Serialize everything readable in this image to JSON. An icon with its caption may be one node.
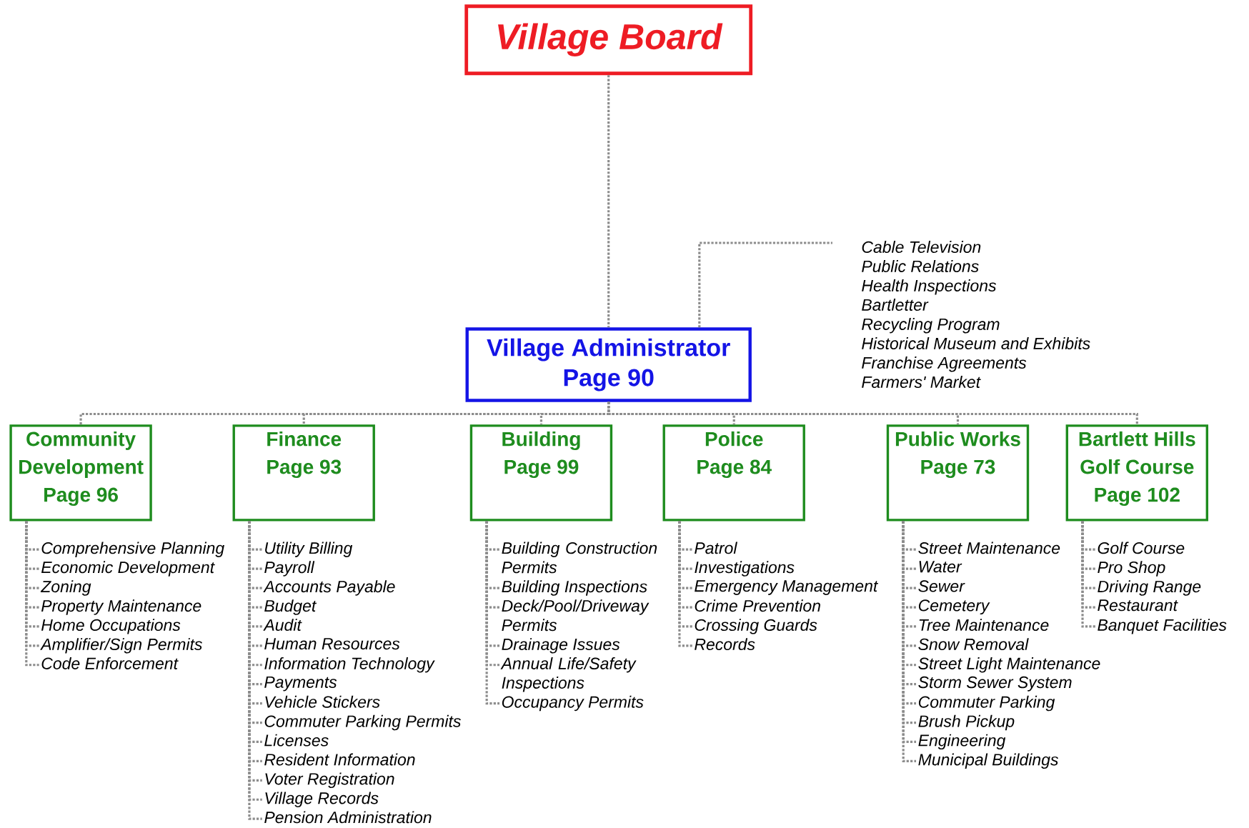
{
  "diagram": {
    "nodes": [
      {
        "text": [
          "Village Board"
        ]
      },
      {
        "text": [
          "Village Administrator",
          "Page 90"
        ]
      },
      {
        "text": [
          "Cable Television",
          "Public Relations",
          "Health Inspections",
          "Bartletter",
          "Recycling Program",
          "Historical Museum and Exhibits",
          "Franchise Agreements",
          "Farmers' Market"
        ]
      },
      {
        "text": [
          "Community Development",
          "Page 96"
        ]
      },
      {
        "text": [
          "Finance",
          "Page 93"
        ]
      },
      {
        "text": [
          "Building",
          "Page 99"
        ]
      },
      {
        "text": [
          "Police",
          "Page 84"
        ]
      },
      {
        "text": [
          "Public Works",
          "Page 73"
        ]
      },
      {
        "text": [
          "Bartlett Hills Golf Course",
          "Page 102"
        ]
      },
      {
        "text": [
          "Comprehensive Planning"
        ]
      },
      {
        "text": [
          "Economic Development"
        ]
      },
      {
        "text": [
          "Zoning"
        ]
      },
      {
        "text": [
          "Property Maintenance"
        ]
      },
      {
        "text": [
          "Home Occupations"
        ]
      },
      {
        "text": [
          "Amplifier/Sign Permits"
        ]
      },
      {
        "text": [
          "Code Enforcement"
        ]
      },
      {
        "text": [
          "Utility Billing"
        ]
      },
      {
        "text": [
          "Payroll"
        ]
      },
      {
        "text": [
          "Accounts Payable"
        ]
      },
      {
        "text": [
          "Budget"
        ]
      },
      {
        "text": [
          "Audit"
        ]
      },
      {
        "text": [
          "Human Resources"
        ]
      },
      {
        "text": [
          "Information Technology"
        ]
      },
      {
        "text": [
          "Payments"
        ]
      },
      {
        "text": [
          "Vehicle Stickers"
        ]
      },
      {
        "text": [
          "Commuter Parking Permits"
        ]
      },
      {
        "text": [
          "Licenses"
        ]
      },
      {
        "text": [
          "Resident Information"
        ]
      },
      {
        "text": [
          "Voter Registration"
        ]
      },
      {
        "text": [
          "Village Records"
        ]
      },
      {
        "text": [
          "Pension Administration"
        ]
      },
      {
        "text": [
          "Building Construction Permits"
        ]
      },
      {
        "text": [
          "Building Inspections"
        ]
      },
      {
        "text": [
          "Deck/Pool/Driveway Permits"
        ]
      },
      {
        "text": [
          "Drainage Issues"
        ]
      },
      {
        "text": [
          "Annual Life/Safety Inspections"
        ]
      },
      {
        "text": [
          "Occupancy Permits"
        ]
      },
      {
        "text": [
          "Patrol"
        ]
      },
      {
        "text": [
          "Investigations"
        ]
      },
      {
        "text": [
          "Emergency Management"
        ]
      },
      {
        "text": [
          "Crime Prevention"
        ]
      },
      {
        "text": [
          "Crossing Guards"
        ]
      },
      {
        "text": [
          "Records"
        ]
      },
      {
        "text": [
          "Street Maintenance"
        ]
      },
      {
        "text": [
          "Water"
        ]
      },
      {
        "text": [
          "Sewer"
        ]
      },
      {
        "text": [
          "Cemetery"
        ]
      },
      {
        "text": [
          "Tree Maintenance"
        ]
      },
      {
        "text": [
          "Snow Removal"
        ]
      },
      {
        "text": [
          "Street Light Maintenance"
        ]
      },
      {
        "text": [
          "Storm Sewer System"
        ]
      },
      {
        "text": [
          "Commuter Parking"
        ]
      },
      {
        "text": [
          "Brush Pickup"
        ]
      },
      {
        "text": [
          "Engineering"
        ]
      },
      {
        "text": [
          "Municipal Buildings"
        ]
      },
      {
        "text": [
          "Golf Course"
        ]
      },
      {
        "text": [
          "Pro Shop"
        ]
      },
      {
        "text": [
          "Driving Range"
        ]
      },
      {
        "text": [
          "Restaurant"
        ]
      },
      {
        "text": [
          "Banquet Facilities"
        ]
      }
    ],
    "edges": [
      {
        "from": 0,
        "to": 1,
        "arrow": "none",
        "style": "dashed"
      },
      {
        "from": 1,
        "to": 2,
        "arrow": "none",
        "style": "dashed"
      },
      {
        "from": 1,
        "to": 3,
        "arrow": "none",
        "style": "dashed"
      },
      {
        "from": 1,
        "to": 4,
        "arrow": "none",
        "style": "dashed"
      },
      {
        "from": 1,
        "to": 5,
        "arrow": "none",
        "style": "dashed"
      },
      {
        "from": 1,
        "to": 6,
        "arrow": "none",
        "style": "dashed"
      },
      {
        "from": 1,
        "to": 7,
        "arrow": "none",
        "style": "dashed"
      },
      {
        "from": 1,
        "to": 8,
        "arrow": "none",
        "style": "dashed"
      },
      {
        "from": 3,
        "to": 9,
        "arrow": "none",
        "style": "dashed"
      },
      {
        "from": 3,
        "to": 10,
        "arrow": "none",
        "style": "dashed"
      },
      {
        "from": 3,
        "to": 11,
        "arrow": "none",
        "style": "dashed"
      },
      {
        "from": 3,
        "to": 12,
        "arrow": "none",
        "style": "dashed"
      },
      {
        "from": 3,
        "to": 13,
        "arrow": "none",
        "style": "dashed"
      },
      {
        "from": 3,
        "to": 14,
        "arrow": "none",
        "style": "dashed"
      },
      {
        "from": 3,
        "to": 15,
        "arrow": "none",
        "style": "dashed"
      },
      {
        "from": 4,
        "to": 16,
        "arrow": "none",
        "style": "dashed"
      },
      {
        "from": 4,
        "to": 17,
        "arrow": "none",
        "style": "dashed"
      },
      {
        "from": 4,
        "to": 18,
        "arrow": "none",
        "style": "dashed"
      },
      {
        "from": 4,
        "to": 19,
        "arrow": "none",
        "style": "dashed"
      },
      {
        "from": 4,
        "to": 20,
        "arrow": "none",
        "style": "dashed"
      },
      {
        "from": 4,
        "to": 21,
        "arrow": "none",
        "style": "dashed"
      },
      {
        "from": 4,
        "to": 22,
        "arrow": "none",
        "style": "dashed"
      },
      {
        "from": 4,
        "to": 23,
        "arrow": "none",
        "style": "dashed"
      },
      {
        "from": 4,
        "to": 24,
        "arrow": "none",
        "style": "dashed"
      },
      {
        "from": 4,
        "to": 25,
        "arrow": "none",
        "style": "dashed"
      },
      {
        "from": 4,
        "to": 26,
        "arrow": "none",
        "style": "dashed"
      },
      {
        "from": 4,
        "to": 27,
        "arrow": "none",
        "style": "dashed"
      },
      {
        "from": 4,
        "to": 28,
        "arrow": "none",
        "style": "dashed"
      },
      {
        "from": 4,
        "to": 29,
        "arrow": "none",
        "style": "dashed"
      },
      {
        "from": 4,
        "to": 30,
        "arrow": "none",
        "style": "dashed"
      },
      {
        "from": 5,
        "to": 31,
        "arrow": "none",
        "style": "dashed"
      },
      {
        "from": 5,
        "to": 32,
        "arrow": "none",
        "style": "dashed"
      },
      {
        "from": 5,
        "to": 33,
        "arrow": "none",
        "style": "dashed"
      },
      {
        "from": 5,
        "to": 34,
        "arrow": "none",
        "style": "dashed"
      },
      {
        "from": 5,
        "to": 35,
        "arrow": "none",
        "style": "dashed"
      },
      {
        "from": 5,
        "to": 36,
        "arrow": "none",
        "style": "dashed"
      },
      {
        "from": 6,
        "to": 37,
        "arrow": "none",
        "style": "dashed"
      },
      {
        "from": 6,
        "to": 38,
        "arrow": "none",
        "style": "dashed"
      },
      {
        "from": 6,
        "to": 39,
        "arrow": "none",
        "style": "dashed"
      },
      {
        "from": 6,
        "to": 40,
        "arrow": "none",
        "style": "dashed"
      },
      {
        "from": 6,
        "to": 41,
        "arrow": "none",
        "style": "dashed"
      },
      {
        "from": 6,
        "to": 42,
        "arrow": "none",
        "style": "dashed"
      },
      {
        "from": 7,
        "to": 43,
        "arrow": "none",
        "style": "dashed"
      },
      {
        "from": 7,
        "to": 44,
        "arrow": "none",
        "style": "dashed"
      },
      {
        "from": 7,
        "to": 45,
        "arrow": "none",
        "style": "dashed"
      },
      {
        "from": 7,
        "to": 46,
        "arrow": "none",
        "style": "dashed"
      },
      {
        "from": 7,
        "to": 47,
        "arrow": "none",
        "style": "dashed"
      },
      {
        "from": 7,
        "to": 48,
        "arrow": "none",
        "style": "dashed"
      },
      {
        "from": 7,
        "to": 49,
        "arrow": "none",
        "style": "dashed"
      },
      {
        "from": 7,
        "to": 50,
        "arrow": "none",
        "style": "dashed"
      },
      {
        "from": 7,
        "to": 51,
        "arrow": "none",
        "style": "dashed"
      },
      {
        "from": 7,
        "to": 52,
        "arrow": "none",
        "style": "dashed"
      },
      {
        "from": 7,
        "to": 53,
        "arrow": "none",
        "style": "dashed"
      },
      {
        "from": 7,
        "to": 54,
        "arrow": "none",
        "style": "dashed"
      },
      {
        "from": 8,
        "to": 55,
        "arrow": "none",
        "style": "dashed"
      },
      {
        "from": 8,
        "to": 56,
        "arrow": "none",
        "style": "dashed"
      },
      {
        "from": 8,
        "to": 57,
        "arrow": "none",
        "style": "dashed"
      },
      {
        "from": 8,
        "to": 58,
        "arrow": "none",
        "style": "dashed"
      },
      {
        "from": 8,
        "to": 59,
        "arrow": "none",
        "style": "dashed"
      }
    ]
  }
}
